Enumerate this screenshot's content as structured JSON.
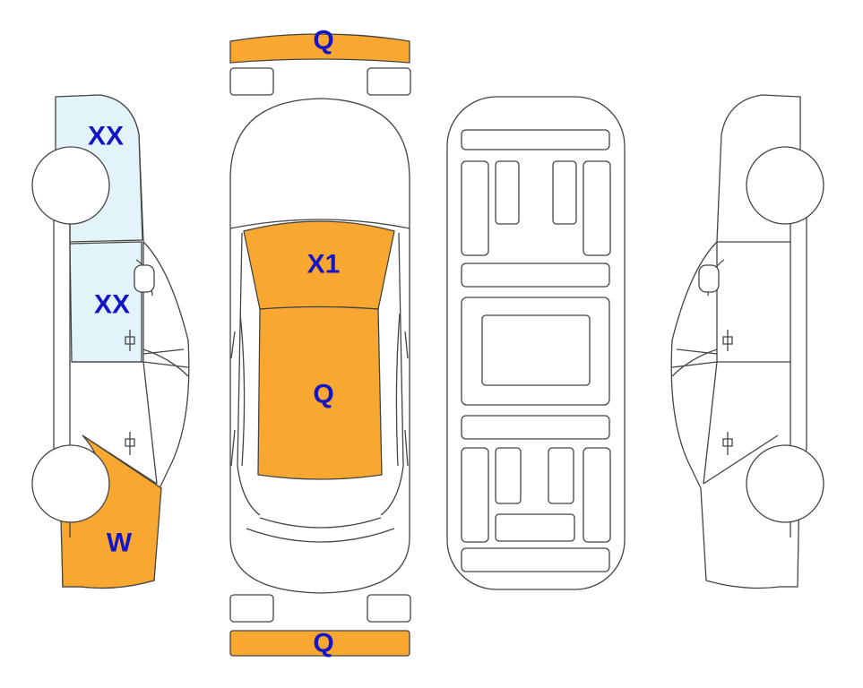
{
  "colors": {
    "damage_orange": "#F8A830",
    "damage_lightblue": "#E2F4FA",
    "label_blue": "#1515C8",
    "outline": "#444444"
  },
  "labels": {
    "front_bumper": "Q",
    "windshield": "X1",
    "roof": "Q",
    "rear_bumper": "Q",
    "left_front_glass": "XX",
    "left_rear_glass": "XX",
    "left_rear_fender": "W"
  }
}
